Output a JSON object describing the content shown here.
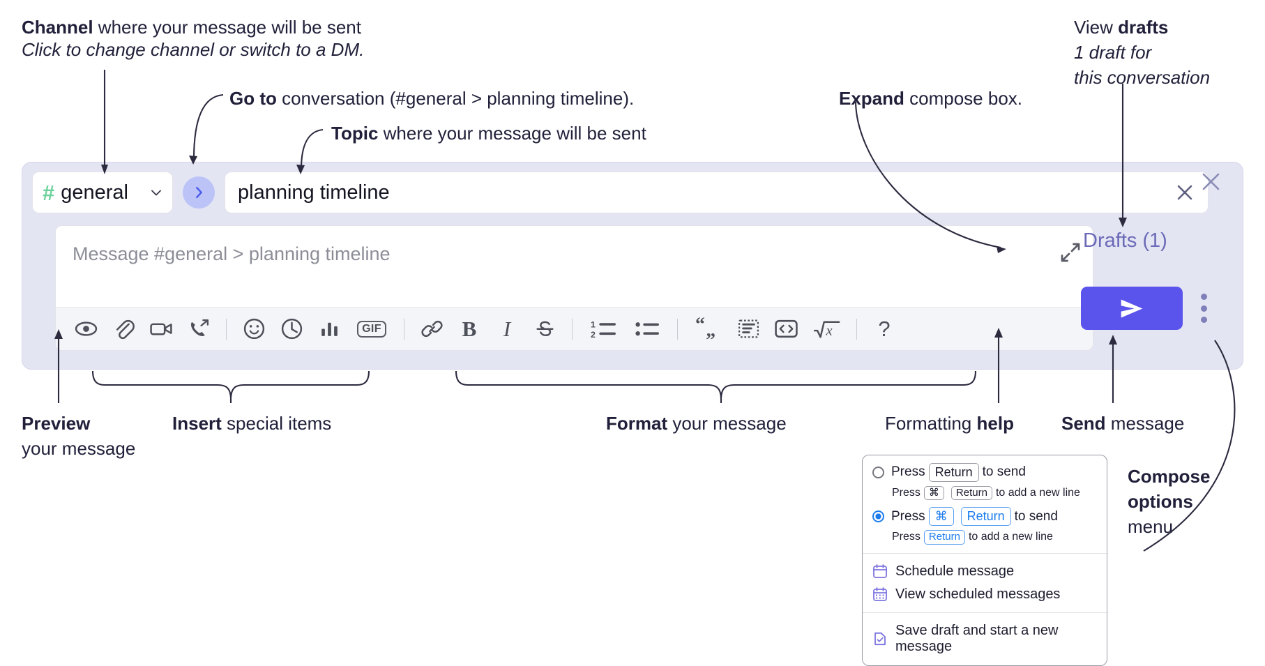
{
  "annotations": {
    "channel": {
      "bold": "Channel",
      "rest": " where your message will be sent",
      "sub": "Click to change channel or switch to a DM."
    },
    "goto": {
      "bold": "Go to",
      "rest": " conversation (#general > planning timeline)."
    },
    "topic": {
      "bold": "Topic",
      "rest": " where your message will be sent"
    },
    "expand": {
      "bold": "Expand",
      "rest": " compose box."
    },
    "drafts": {
      "prefix": "View ",
      "bold": "drafts",
      "sub1": "1 draft for",
      "sub2": "this conversation"
    },
    "preview": {
      "bold": "Preview",
      "line2": "your message"
    },
    "insert": {
      "bold": "Insert",
      "rest": " special items"
    },
    "format": {
      "bold": "Format",
      "rest": " your message"
    },
    "formatting_help": {
      "prefix": "Formatting ",
      "bold": "help"
    },
    "send": {
      "bold": "Send",
      "rest": " message"
    },
    "compose_options": {
      "line1": "Compose",
      "line2": "options",
      "line3": "menu"
    }
  },
  "compose": {
    "channel_name": "general",
    "channel_hash": "#",
    "topic_value": "planning timeline",
    "message_placeholder": "Message #general > planning timeline",
    "drafts_label": "Drafts (1)",
    "toolbar_icons": [
      "eye-icon",
      "paperclip-icon",
      "video-camera-icon",
      "phone-forward-icon",
      "emoji-icon",
      "clock-icon",
      "poll-bar-chart-icon",
      "gif-icon",
      "link-icon",
      "bold-icon",
      "italic-icon",
      "strikethrough-icon",
      "ordered-list-icon",
      "bulleted-list-icon",
      "blockquote-icon",
      "code-block-icon",
      "code-inline-icon",
      "math-icon",
      "help-question-icon"
    ],
    "gif_label": "GIF",
    "bold_label": "B",
    "italic_label": "I",
    "help_label": "?"
  },
  "options_menu": {
    "option_1": {
      "selected": false,
      "press": "Press",
      "key": "Return",
      "action": "to send",
      "hint_press": "Press",
      "hint_key_a": "⌘",
      "hint_key_b": "Return",
      "hint_action": "to add a new line"
    },
    "option_2": {
      "selected": true,
      "press": "Press",
      "key_a": "⌘",
      "key_b": "Return",
      "action": "to send",
      "hint_press": "Press",
      "hint_key": "Return",
      "hint_action": "to add a new line"
    },
    "items": [
      {
        "icon": "calendar-schedule-icon",
        "label": "Schedule message"
      },
      {
        "icon": "calendar-grid-icon",
        "label": "View scheduled messages"
      },
      {
        "icon": "document-check-icon",
        "label": "Save draft and start a new message"
      }
    ]
  },
  "colors": {
    "compose_bg": "#e4e5f3",
    "send_button": "#5a54ec",
    "hash_green": "#6bd19a",
    "drafts_text": "#6b6ab8",
    "go_button_bg": "#bcc4f7",
    "radio_blue": "#1c7ced"
  }
}
